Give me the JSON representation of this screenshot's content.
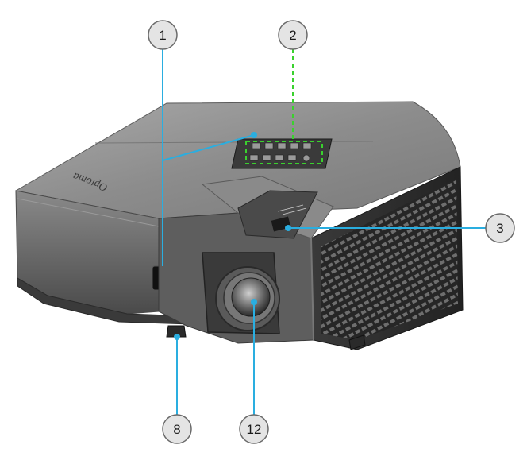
{
  "brand": {
    "logo_text": "Optoma"
  },
  "colors": {
    "leader_solid": "#2aaee0",
    "leader_dashed": "#3ad12e",
    "callout_fill": "#e4e4e4",
    "callout_stroke": "#6a6a6a",
    "body_top": "#8e8e8e",
    "body_front": "#6c6c6c",
    "body_dark": "#2f2f2f"
  },
  "callouts": [
    {
      "id": "c1",
      "number": "1",
      "leader": "solid",
      "part": "ir-receiver"
    },
    {
      "id": "c2",
      "number": "2",
      "leader": "dashed",
      "part": "keypad"
    },
    {
      "id": "c3",
      "number": "3",
      "leader": "solid",
      "part": "focus-zoom-ring"
    },
    {
      "id": "c8",
      "number": "8",
      "leader": "solid",
      "part": "tilt-adjustment-foot"
    },
    {
      "id": "c12",
      "number": "12",
      "leader": "solid",
      "part": "lens"
    }
  ]
}
